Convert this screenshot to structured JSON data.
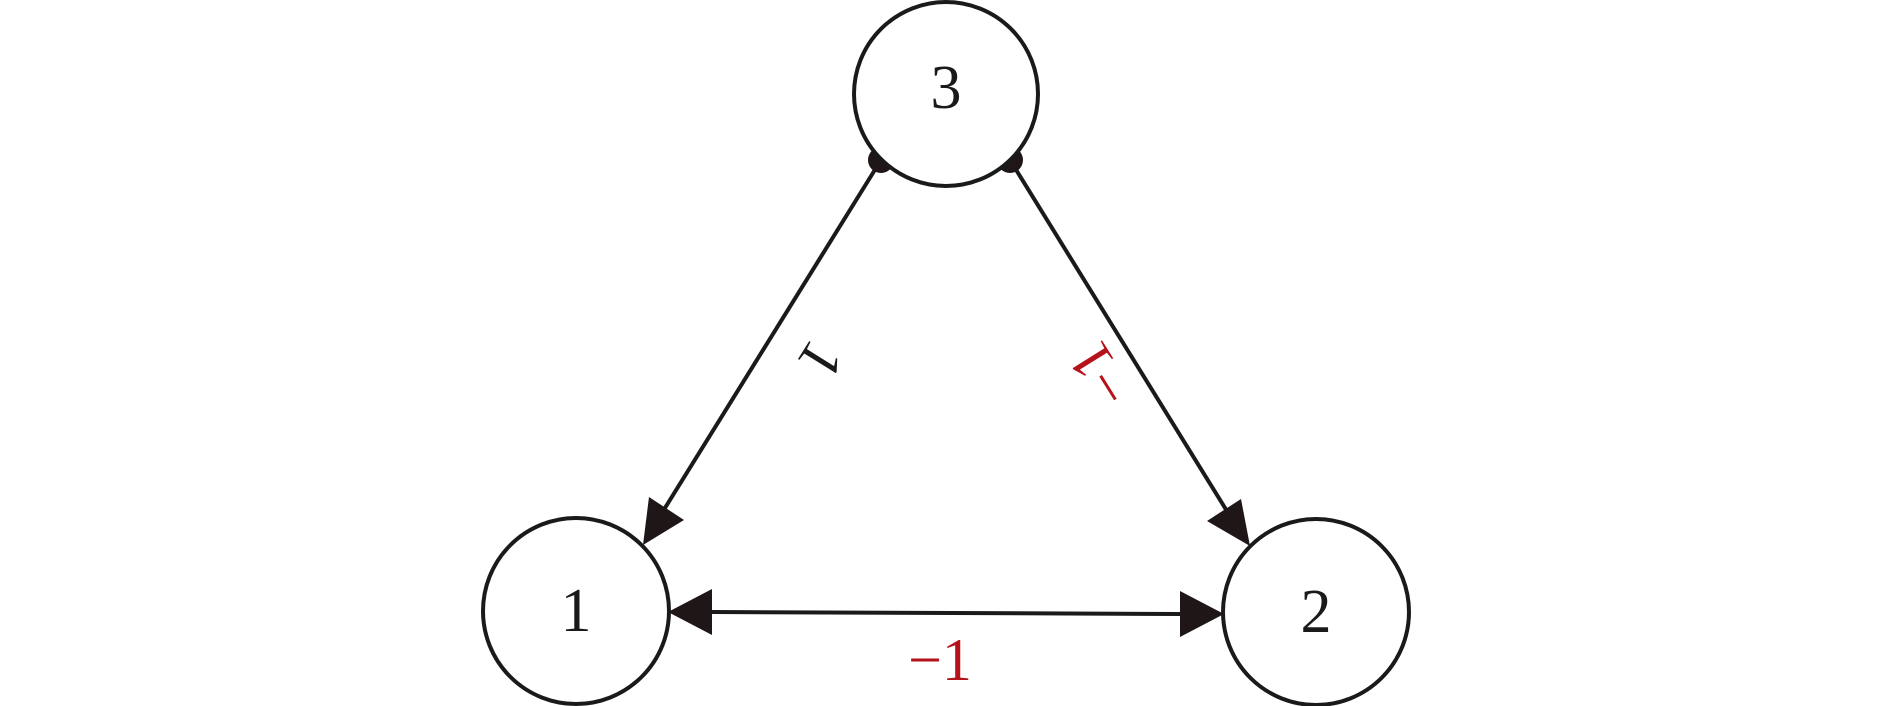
{
  "nodes": [
    {
      "id": "1",
      "label": "1"
    },
    {
      "id": "2",
      "label": "2"
    },
    {
      "id": "3",
      "label": "3"
    }
  ],
  "edges": [
    {
      "from": "3",
      "to": "1",
      "label": "1",
      "sign": "positive",
      "type": "directed"
    },
    {
      "from": "3",
      "to": "2",
      "label": "−1",
      "sign": "negative",
      "type": "directed"
    },
    {
      "from": "1",
      "to": "2",
      "label": "−1",
      "sign": "negative",
      "type": "bidirectional"
    }
  ],
  "colors": {
    "stroke": "#1a1a1a",
    "arrowhead": "#1f1717",
    "positive_label": "#1a1a1a",
    "negative_label": "#b5121b"
  }
}
